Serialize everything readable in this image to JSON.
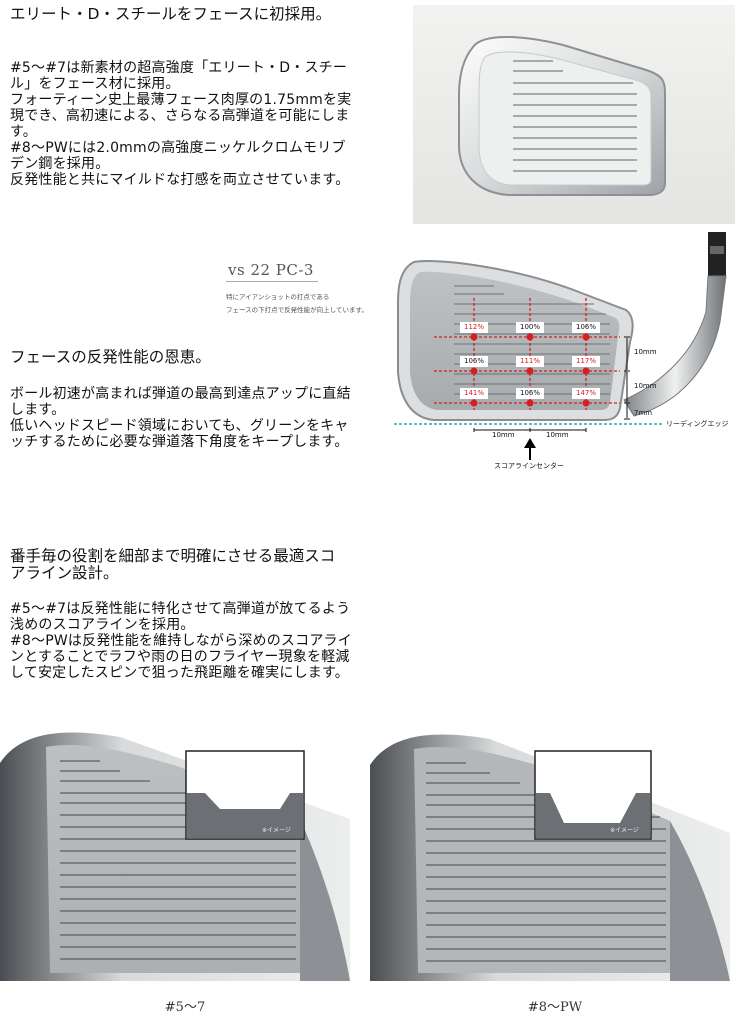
{
  "section1": {
    "heading": "エリート・D・スチールをフェースに初採用。",
    "body": "#5〜#7は新素材の超高強度「エリート・D・スチー\nル」をフェース材に採用。\nフォーティーン史上最薄フェース肉厚の1.75mmを実\n現でき、高初速による、さらなる高弾道を可能にしま\nす。\n#8〜PWには2.0mmの高強度ニッケルクロムモリブ\nデン鋼を採用。\n反発性能と共にマイルドな打感を両立させています。"
  },
  "section2": {
    "heading": "フェースの反発性能の恩恵。",
    "body": "ボール初速が高まれば弾道の最高到達点アップに直結\nします。\n低いヘッドスピード領域においても、グリーンをキャ\nッチするために必要な弾道落下角度をキープします。",
    "diagram": {
      "compare_title": "vs 22 PC-3",
      "caption_line1": "特にアイアンショットの打点である",
      "caption_line2": "フェースの下打点で反発性能が向上しています。",
      "values": [
        "112%",
        "100%",
        "106%",
        "106%",
        "111%",
        "117%",
        "141%",
        "106%",
        "147%"
      ],
      "dim_upper": "10mm",
      "dim_middle": "10mm",
      "dim_bottom": "7mm",
      "dim_left": "10mm",
      "dim_right": "10mm",
      "leading_edge_label": "リーディングエッジ",
      "center_label": "スコアラインセンター"
    }
  },
  "section3": {
    "heading": "番手毎の役割を細部まで明確にさせる最適スコ\nアライン設計。",
    "body": "#5〜#7は反発性能に特化させて高弾道が放てるよう\n浅めのスコアラインを採用。\n#8〜PWは反発性能を維持しながら深めのスコアライ\nンとすることでラフや雨の日のフライヤー現象を軽減\nして安定したスピンで狙った飛距離を確実にします。",
    "images": [
      {
        "caption": "#5〜7",
        "inset_note": "※イメージ"
      },
      {
        "caption": "#8〜PW",
        "inset_note": "※イメージ"
      }
    ]
  },
  "colors": {
    "accent_red": "#d42020",
    "leading_edge": "#2aa7b8",
    "steel": "#b9bcc0"
  }
}
